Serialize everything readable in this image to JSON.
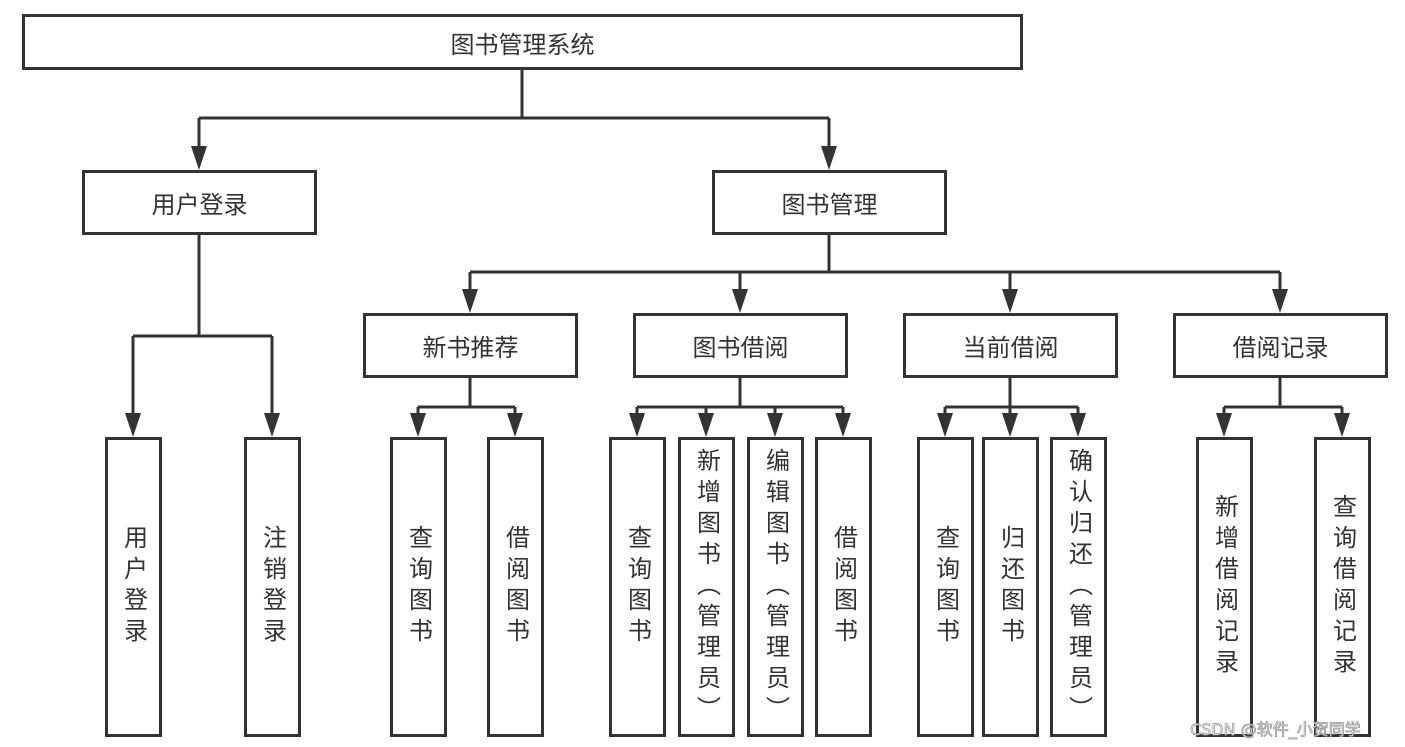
{
  "diagram": {
    "root": "图书管理系统",
    "branches": [
      {
        "label": "用户登录",
        "leaves": [
          "用户登录",
          "注销登录"
        ]
      },
      {
        "label": "图书管理",
        "children": [
          {
            "label": "新书推荐",
            "leaves": [
              "查询图书",
              "借阅图书"
            ]
          },
          {
            "label": "图书借阅",
            "leaves": [
              "查询图书",
              "新增图书（管理员）",
              "编辑图书（管理员）",
              "借阅图书"
            ]
          },
          {
            "label": "当前借阅",
            "leaves": [
              "查询图书",
              "归还图书",
              "确认归还（管理员）"
            ]
          },
          {
            "label": "借阅记录",
            "leaves": [
              "新增借阅记录",
              "查询借阅记录"
            ]
          }
        ]
      }
    ]
  },
  "watermark": "CSDN @软件_小贺同学",
  "colors": {
    "stroke": "#333333",
    "background": "#ffffff"
  }
}
